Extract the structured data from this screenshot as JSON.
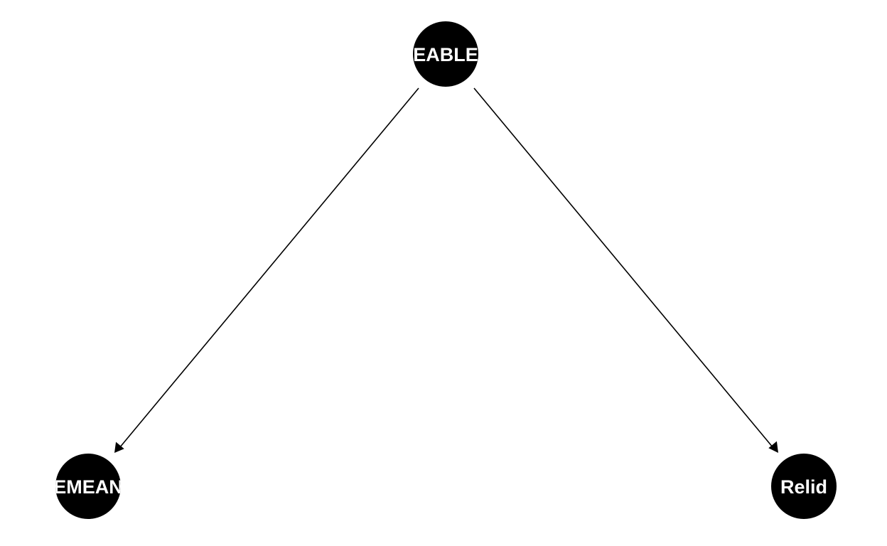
{
  "diagram": {
    "type": "directed-graph",
    "background_color": "#ffffff",
    "node_color": "#000000",
    "label_color": "#ffffff",
    "edge_color": "#000000",
    "nodes": [
      {
        "id": "top",
        "label": "EABLE"
      },
      {
        "id": "left",
        "label": "EMEAN"
      },
      {
        "id": "right",
        "label": "Relid"
      }
    ],
    "edges": [
      {
        "from": "top",
        "to": "left"
      },
      {
        "from": "top",
        "to": "right"
      }
    ]
  }
}
